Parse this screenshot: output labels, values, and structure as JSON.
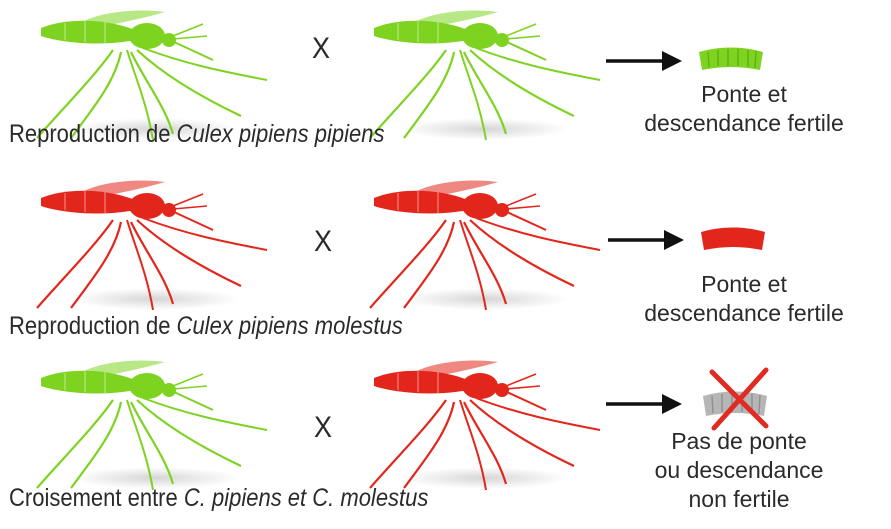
{
  "colors": {
    "green": "#7ed321",
    "green_dark": "#56a80f",
    "red": "#e3261b",
    "red_dark": "#b51a10",
    "grey": "#b6b6b6",
    "cross_red": "#e02a22"
  },
  "rows": [
    {
      "cross_symbol": "X",
      "caption_prefix": "Reproduction de ",
      "caption_species": "Culex pipiens pipiens",
      "result_line1": "Ponte et",
      "result_line2": "descendance fertile",
      "result_line3": ""
    },
    {
      "cross_symbol": "X",
      "caption_prefix": "Reproduction de ",
      "caption_species": "Culex pipiens molestus",
      "result_line1": "Ponte et",
      "result_line2": "descendance fertile",
      "result_line3": ""
    },
    {
      "cross_symbol": "X",
      "caption_prefix": "Croisement entre ",
      "caption_species": "C. pipiens et C. molestus",
      "result_line1": "Pas de ponte",
      "result_line2": "ou descendance",
      "result_line3": "non fertile"
    }
  ],
  "icons": {
    "mosquito": "mosquito-icon",
    "arrow": "arrow-right-icon",
    "egg_raft": "egg-raft-icon",
    "no_mark": "red-x-icon"
  }
}
